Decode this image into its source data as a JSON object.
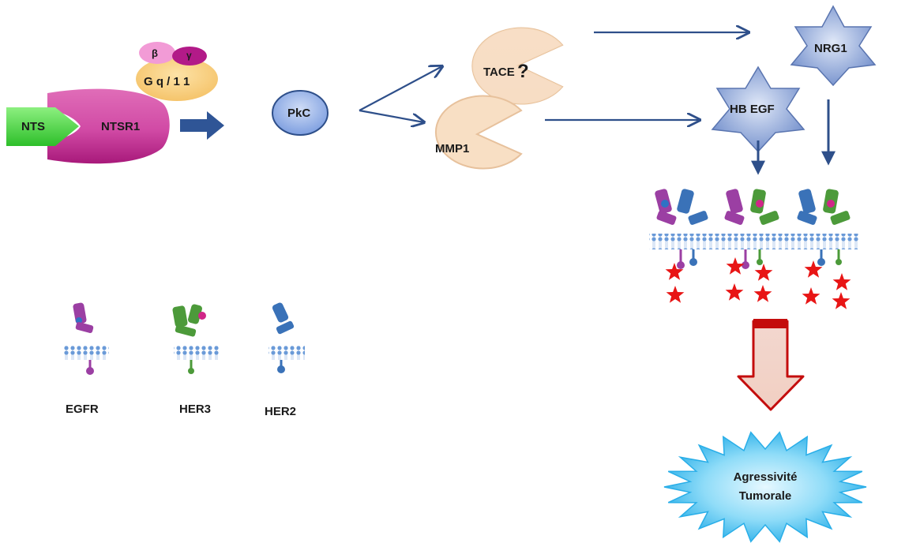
{
  "ligand": {
    "nts": "NTS",
    "receptor": "NTSR1"
  },
  "gprotein": {
    "beta": "β",
    "gamma": "γ",
    "alpha": "G q / 1 1"
  },
  "kinase": "PkC",
  "proteases": {
    "tace": "TACE",
    "tace_mark": "?",
    "mmp": "MMP1"
  },
  "ligands_egf": {
    "hbegf": "HB EGF",
    "nrg1": "NRG1"
  },
  "receptors": [
    {
      "label": "EGFR",
      "color": "#9b3fa3"
    },
    {
      "label": "HER3",
      "color": "#4c9a3a"
    },
    {
      "label": "HER2",
      "color": "#3a72b8"
    }
  ],
  "outcome": {
    "line1": "Agressivité",
    "line2": "Tumorale"
  },
  "colors": {
    "arrow": "#2e4f8a",
    "nts_green": "#3ed13a",
    "ntsr1_magenta": "#c21f8a",
    "pkc_blue": "#8eaee8",
    "pacman": "#f7dcc0",
    "star_badge": "#8fa9dc",
    "phospho_star": "#e81515",
    "burst": "#4fc3f0"
  }
}
